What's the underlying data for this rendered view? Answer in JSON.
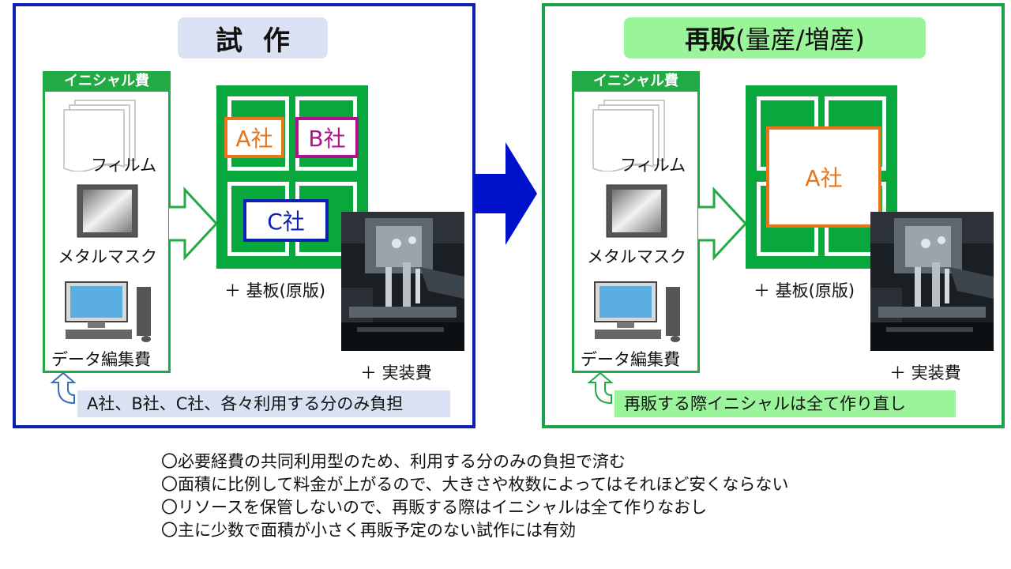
{
  "left_panel": {
    "title": "試作",
    "initial_label": "イニシャル費",
    "items": [
      "フィルム",
      "メタルマスク",
      "データ編集費"
    ],
    "companies": [
      "A社",
      "B社",
      "C社"
    ],
    "substrate": "＋ 基板(原版)",
    "mounting": "＋ 実装費",
    "note": "A社、B社、C社、各々利用する分のみ負担"
  },
  "right_panel": {
    "title_main": "再販",
    "title_paren": "(量産/増産)",
    "initial_label": "イニシャル費",
    "items": [
      "フィルム",
      "メタルマスク",
      "データ編集費"
    ],
    "company": "A社",
    "substrate": "＋ 基板(原版)",
    "mounting": "＋ 実装費",
    "note": "再販する際イニシャルは全て作り直し"
  },
  "bullets": [
    "〇必要経費の共同利用型のため、利用する分のみの負担で済む",
    "〇面積に比例して料金が上がるので、大きさや枚数によってはそれほど安くならない",
    "〇リソースを保管しないので、再販する際はイニシャルは全て作りなおし",
    "〇主に少数で面積が小さく再販予定のない試作には有効"
  ],
  "colors": {
    "left_border": "#0b1fb0",
    "right_border": "#1aa34a",
    "board_green": "#08a83c",
    "company_a": "#e8751a",
    "company_b": "#b0128c",
    "company_c": "#0b1fb0"
  }
}
